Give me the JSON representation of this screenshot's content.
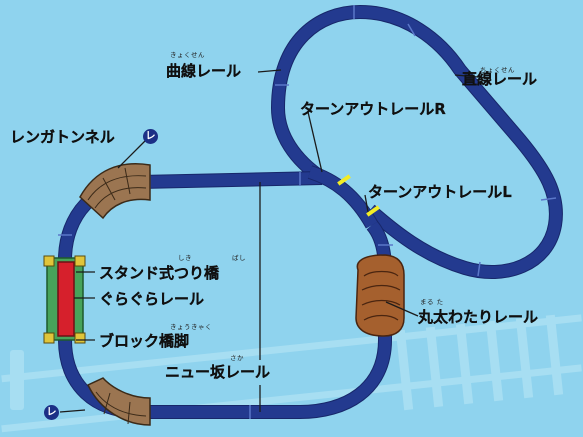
{
  "colors": {
    "background": "#8fd3ee",
    "track": "#233a8f",
    "brick_track": "#9b7551",
    "log_track": "#a5602e",
    "bridge": "#d6202c",
    "turnout_marker": "#f2ec25",
    "badge": "#1c2f86"
  },
  "labels": {
    "curve_rail": {
      "text": "曲線レール",
      "ruby": "きょくせん"
    },
    "straight_rail": {
      "text": "直線レール",
      "ruby": "ちょくせん"
    },
    "turnout_r": {
      "text": "ターンアウトレールR"
    },
    "turnout_l": {
      "text": "ターンアウトレールL"
    },
    "brick_tunnel": {
      "text": "レンガトンネル",
      "badge": "レ"
    },
    "stand_bridge": {
      "text": "スタンド式つり橋",
      "ruby_1": "しき",
      "ruby_2": "ばし"
    },
    "wobbly_rail": {
      "text": "ぐらぐらレール"
    },
    "block_pier": {
      "text": "ブロック橋脚",
      "ruby": "きょうきゃく"
    },
    "slope_rail": {
      "text": "ニュー坂レール",
      "ruby": "さか"
    },
    "log_rail": {
      "text": "丸太わたりレール",
      "ruby": "まる た"
    },
    "bottom_badge": {
      "badge": "レ"
    }
  }
}
